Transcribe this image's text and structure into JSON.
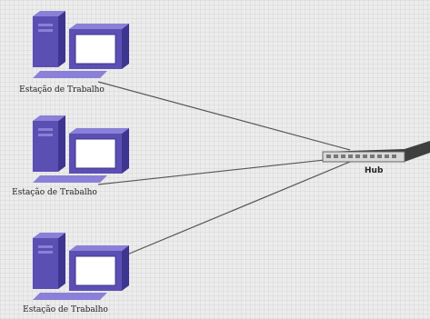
{
  "diagram": {
    "workstation_label": "Estação de Trabalho",
    "hub_label": "Hub",
    "workstations": [
      {
        "label": "Estação de Trabalho"
      },
      {
        "label": "Estação de Trabalho"
      },
      {
        "label": "Estação de Trabalho"
      }
    ]
  },
  "colors": {
    "background": "#ececec",
    "computer_purple": "#5b4fb3",
    "computer_light": "#8a80d8",
    "screen": "#ffffff",
    "cable": "#555555",
    "hub_body": "#d8d8d8",
    "hub_dark": "#3f3f3f"
  },
  "icons": [
    "workstation-icon",
    "monitor-icon",
    "keyboard-icon",
    "hub-icon"
  ]
}
